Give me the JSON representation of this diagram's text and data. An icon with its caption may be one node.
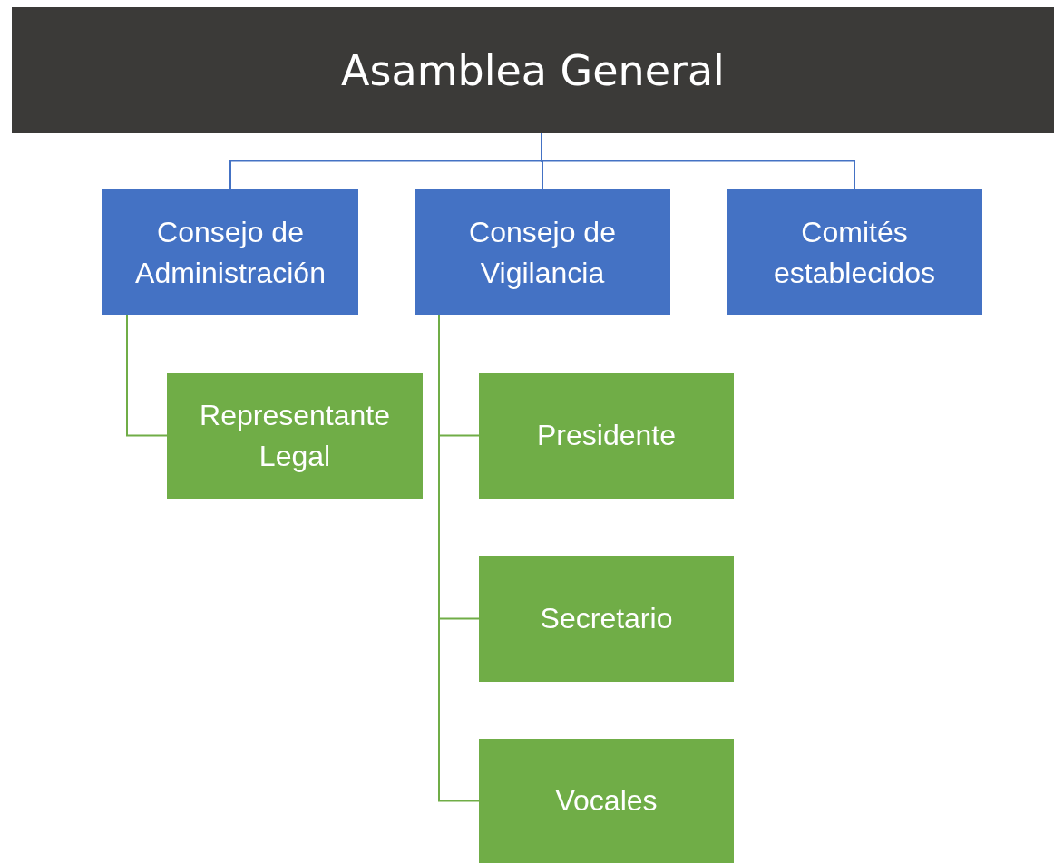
{
  "diagram": {
    "title": "Asamblea General",
    "nodes": [
      {
        "text": [
          "Consejo de Administración"
        ]
      },
      {
        "text": [
          "Consejo de Vigilancia"
        ]
      },
      {
        "text": [
          "Comités establecidos"
        ]
      },
      {
        "text": [
          "Representante Legal"
        ]
      },
      {
        "text": [
          "Presidente"
        ]
      },
      {
        "text": [
          "Secretario"
        ]
      },
      {
        "text": [
          "Vocales"
        ]
      },
      {
        "text": [],
        "shape": "bar"
      }
    ],
    "edges": [
      {
        "from": 7,
        "to": 0,
        "arrow": "none",
        "color": "#4472c4"
      },
      {
        "from": 7,
        "to": 1,
        "arrow": "none",
        "color": "#4472c4"
      },
      {
        "from": 7,
        "to": 2,
        "arrow": "none",
        "color": "#4472c4"
      },
      {
        "from": 0,
        "to": 3,
        "arrow": "none"
      },
      {
        "from": 1,
        "to": 4,
        "arrow": "none"
      },
      {
        "from": 1,
        "to": 5,
        "arrow": "none"
      },
      {
        "from": 1,
        "to": 6,
        "arrow": "none"
      }
    ]
  }
}
